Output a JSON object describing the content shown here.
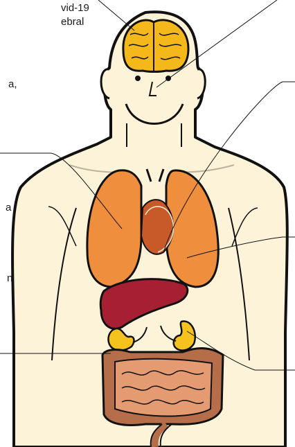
{
  "colors": {
    "skin": "#fdf3d9",
    "outline": "#111111",
    "brain": "#f5b81a",
    "lungs": "#ef8f3d",
    "heart": "#c75a28",
    "liver": "#a61f33",
    "kidneys": "#f6c21e",
    "intestines": "#e59b72",
    "large_intestine": "#b56d4a"
  },
  "labels": [
    {
      "id": "brain-text-1",
      "text": "vid-19"
    },
    {
      "id": "brain-text-2",
      "text": "ebral"
    },
    {
      "id": "face-text",
      "text": "a,"
    },
    {
      "id": "lungs-text",
      "text": "a"
    },
    {
      "id": "heart-text",
      "text": "n"
    }
  ],
  "icons": {
    "figure": "human-body-organs-icon"
  }
}
